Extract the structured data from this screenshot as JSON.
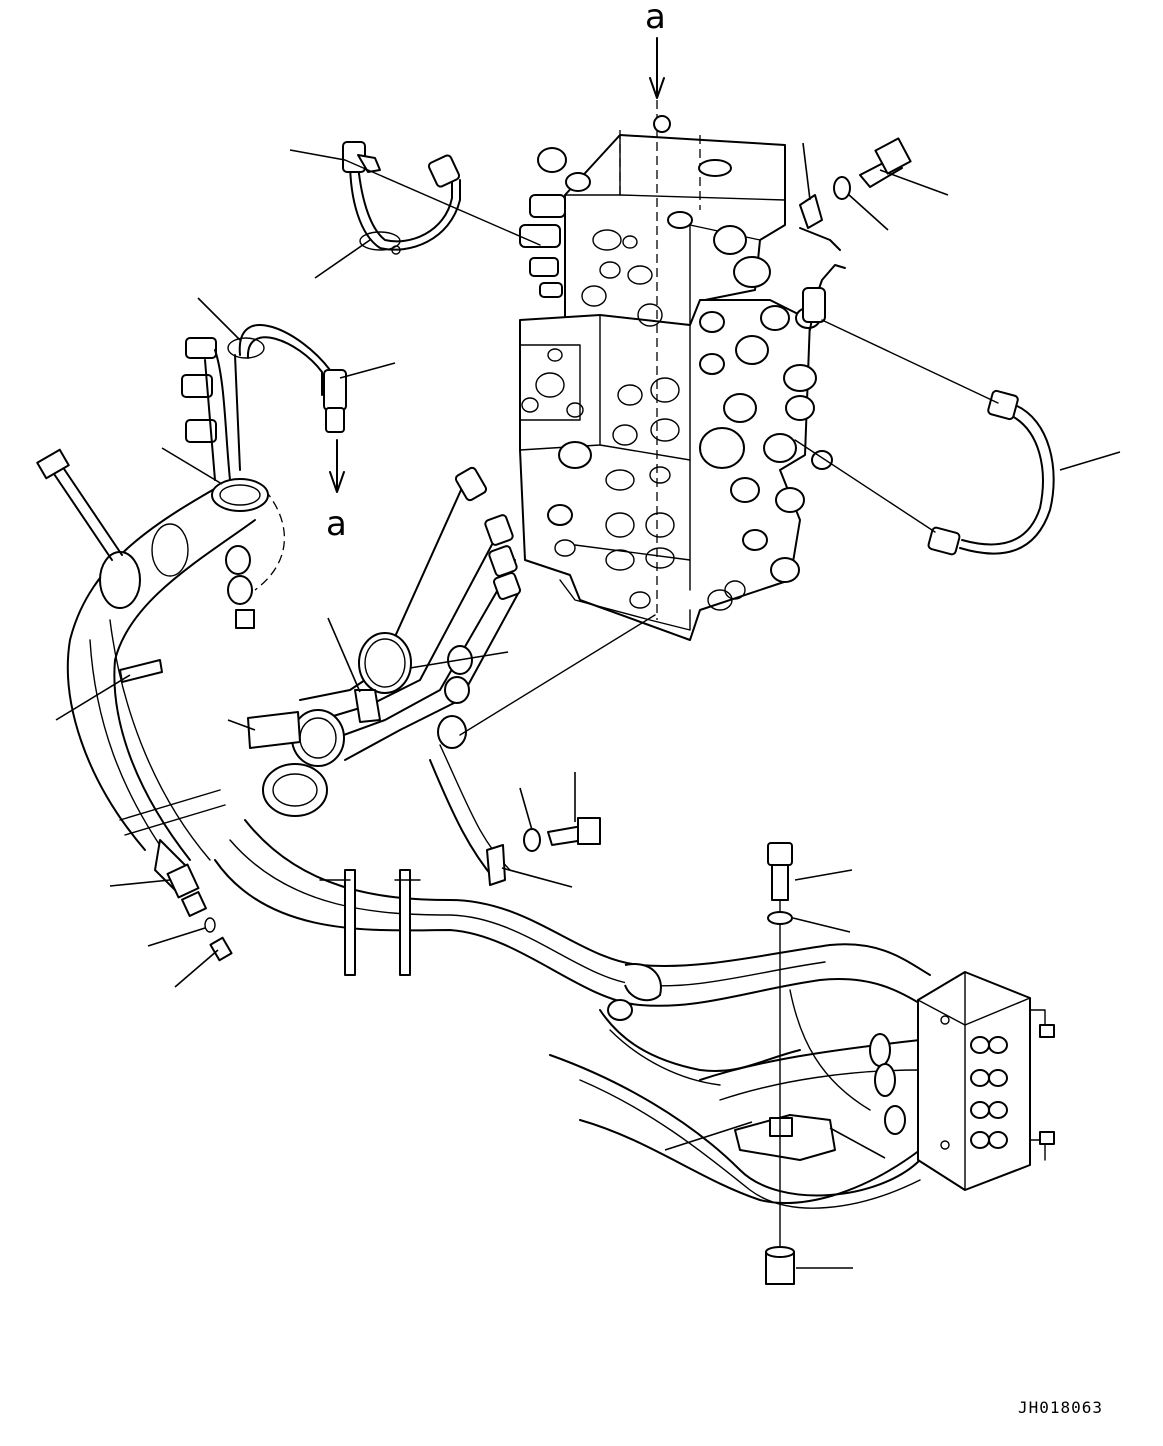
{
  "labels": {
    "view_top": "a",
    "view_arrow": "a",
    "drawing_id": "JH018063"
  },
  "components": [
    "control-valve",
    "pilot-hose-upper",
    "hose-bundle-left",
    "hose-clamp-assembly",
    "right-hose",
    "pilot-hose-harness",
    "solenoid-valve-block",
    "bolts",
    "washers",
    "spacer"
  ]
}
